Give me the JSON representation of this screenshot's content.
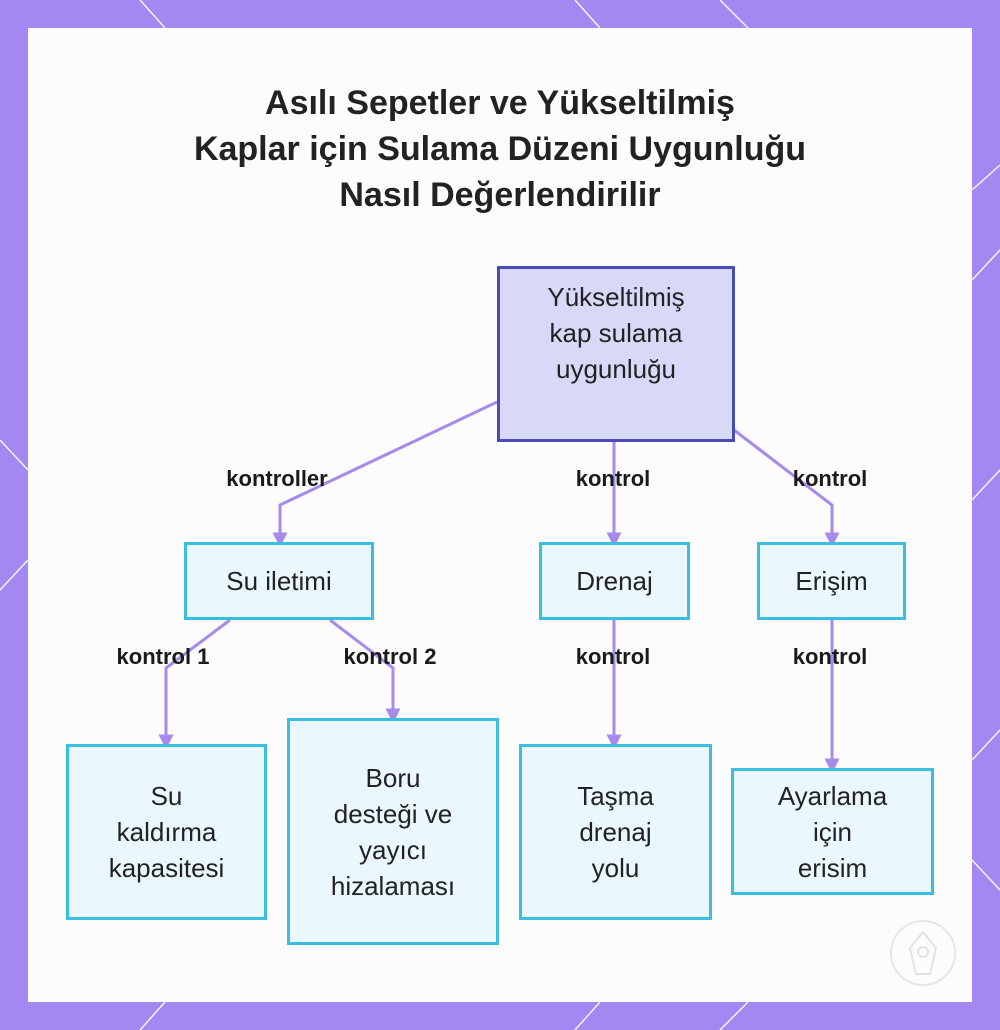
{
  "title": [
    "Asılı Sepetler ve Yükseltilmiş",
    "Kaplar için Sulama Düzeni Uygunluğu",
    "Nasıl Değerlendirilir"
  ],
  "colors": {
    "frame": "#a288f0",
    "root_border": "#4a4ab8",
    "root_fill": "#d8d8f8",
    "node_border": "#3bbde0",
    "node_fill": "#eaf7fd",
    "edge": "#a78bea"
  },
  "nodes": {
    "root": [
      "Yükseltilmiş",
      "kap sulama",
      "uygunluğu"
    ],
    "water": "Su iletimi",
    "drain": "Drenaj",
    "access": "Erişim",
    "lift": [
      "Su",
      "kaldırma",
      "kapasitesi"
    ],
    "pipe": [
      "Boru",
      "desteği ve",
      "yayıcı",
      "hizalaması"
    ],
    "overflow": [
      "Taşma",
      "drenaj",
      "yolu"
    ],
    "adjust": [
      "Ayarlama",
      "için",
      "erisim"
    ]
  },
  "edge_labels": {
    "root_water": "kontroller",
    "root_drain": "kontrol",
    "root_access": "kontrol",
    "water_lift": "kontrol 1",
    "water_pipe": "kontrol 2",
    "drain_overflow": "kontrol",
    "access_adjust": "kontrol"
  },
  "decor": {
    "seal_icon": "watermark-seal-icon"
  }
}
